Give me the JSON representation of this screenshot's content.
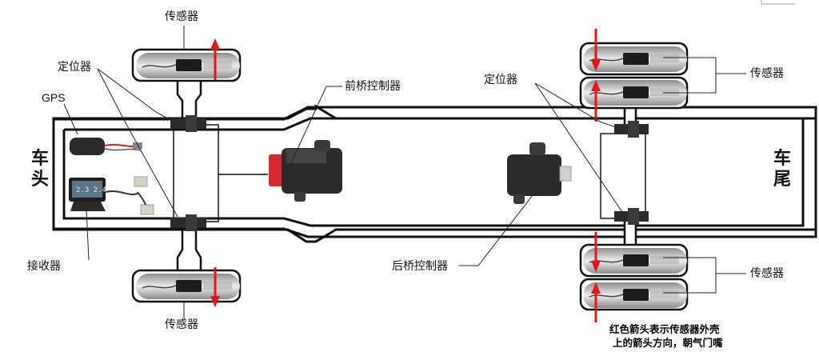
{
  "labels": {
    "front_top_sensor": "传感器",
    "front_locator": "定位器",
    "gps": "GPS",
    "receiver": "接收器",
    "front_bottom_sensor": "传感器",
    "front_axle_controller": "前桥控制器",
    "rear_locator": "定位器",
    "rear_top_sensor": "传感器",
    "rear_bottom_sensor": "传感器",
    "rear_axle_controller": "后桥控制器",
    "vehicle_head": "车头",
    "vehicle_tail": "车尾"
  },
  "note": {
    "line1": "红色箭头表示传感器外壳",
    "line2": "上的箭头方向，朝气门嘴"
  },
  "colors": {
    "arrow": "#e8141b",
    "connector": "#d9272e",
    "device": "#2b2b2b",
    "frame": "#111111"
  }
}
